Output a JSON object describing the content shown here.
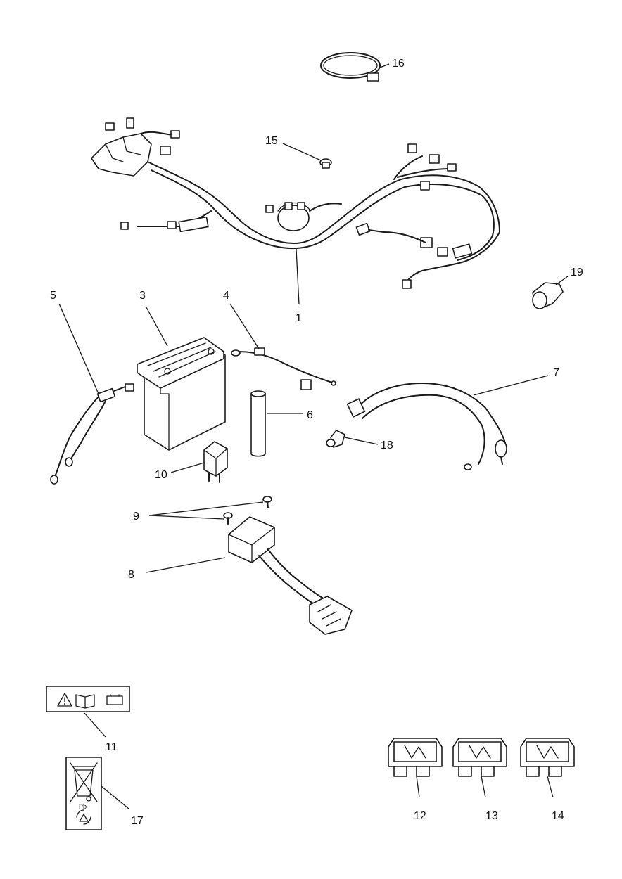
{
  "callouts": [
    {
      "id": "1",
      "label": "1"
    },
    {
      "id": "3",
      "label": "3"
    },
    {
      "id": "4",
      "label": "4"
    },
    {
      "id": "5",
      "label": "5"
    },
    {
      "id": "6",
      "label": "6"
    },
    {
      "id": "7",
      "label": "7"
    },
    {
      "id": "8",
      "label": "8"
    },
    {
      "id": "9",
      "label": "9"
    },
    {
      "id": "10",
      "label": "10"
    },
    {
      "id": "11",
      "label": "11"
    },
    {
      "id": "12",
      "label": "12"
    },
    {
      "id": "13",
      "label": "13"
    },
    {
      "id": "14",
      "label": "14"
    },
    {
      "id": "15",
      "label": "15"
    },
    {
      "id": "16",
      "label": "16"
    },
    {
      "id": "17",
      "label": "17"
    },
    {
      "id": "18",
      "label": "18"
    },
    {
      "id": "19",
      "label": "19"
    }
  ],
  "labels": {
    "recycle_text": "Pb"
  },
  "icons": [
    "warning-icon",
    "manual-book-icon",
    "battery-icon",
    "crossed-bin-icon",
    "recycle-icon"
  ],
  "colors": {
    "ink": "#1a1a1a",
    "paper": "#ffffff"
  }
}
